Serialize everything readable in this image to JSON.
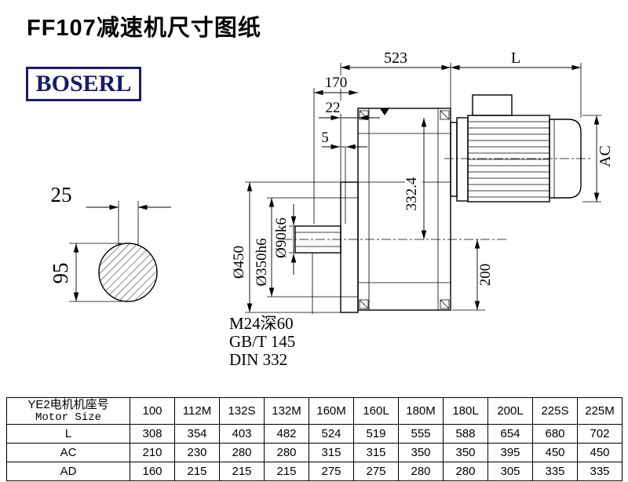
{
  "page": {
    "title": "FF107减速机尺寸图纸",
    "brand": "BOSERL"
  },
  "drawing": {
    "dims": {
      "overall_length": "523",
      "motor_length": "L",
      "shaft_length": "170",
      "flange_thickness": "22",
      "gap": "5",
      "motor_height": "AC",
      "center_height": "332.4",
      "foot_height": "200",
      "flange_dia": "Ø450",
      "spigot_dia": "Ø350h6",
      "bore_dia": "Ø90k6",
      "key_width": "25",
      "shaft_section_height": "95"
    },
    "thread_note": [
      "M24深60",
      "GB/T 145",
      "DIN 332"
    ]
  },
  "table": {
    "header_cn": "YE2电机机座号",
    "header_en": "Motor Size",
    "columns": [
      "100",
      "112M",
      "132S",
      "132M",
      "160M",
      "160L",
      "180M",
      "180L",
      "200L",
      "225S",
      "225M"
    ],
    "rows": [
      {
        "label": "L",
        "values": [
          308,
          354,
          403,
          482,
          524,
          519,
          555,
          588,
          654,
          680,
          702
        ]
      },
      {
        "label": "AC",
        "values": [
          210,
          230,
          280,
          280,
          315,
          315,
          350,
          350,
          395,
          450,
          450
        ]
      },
      {
        "label": "AD",
        "values": [
          160,
          215,
          215,
          215,
          275,
          275,
          280,
          280,
          305,
          335,
          335
        ]
      }
    ]
  }
}
